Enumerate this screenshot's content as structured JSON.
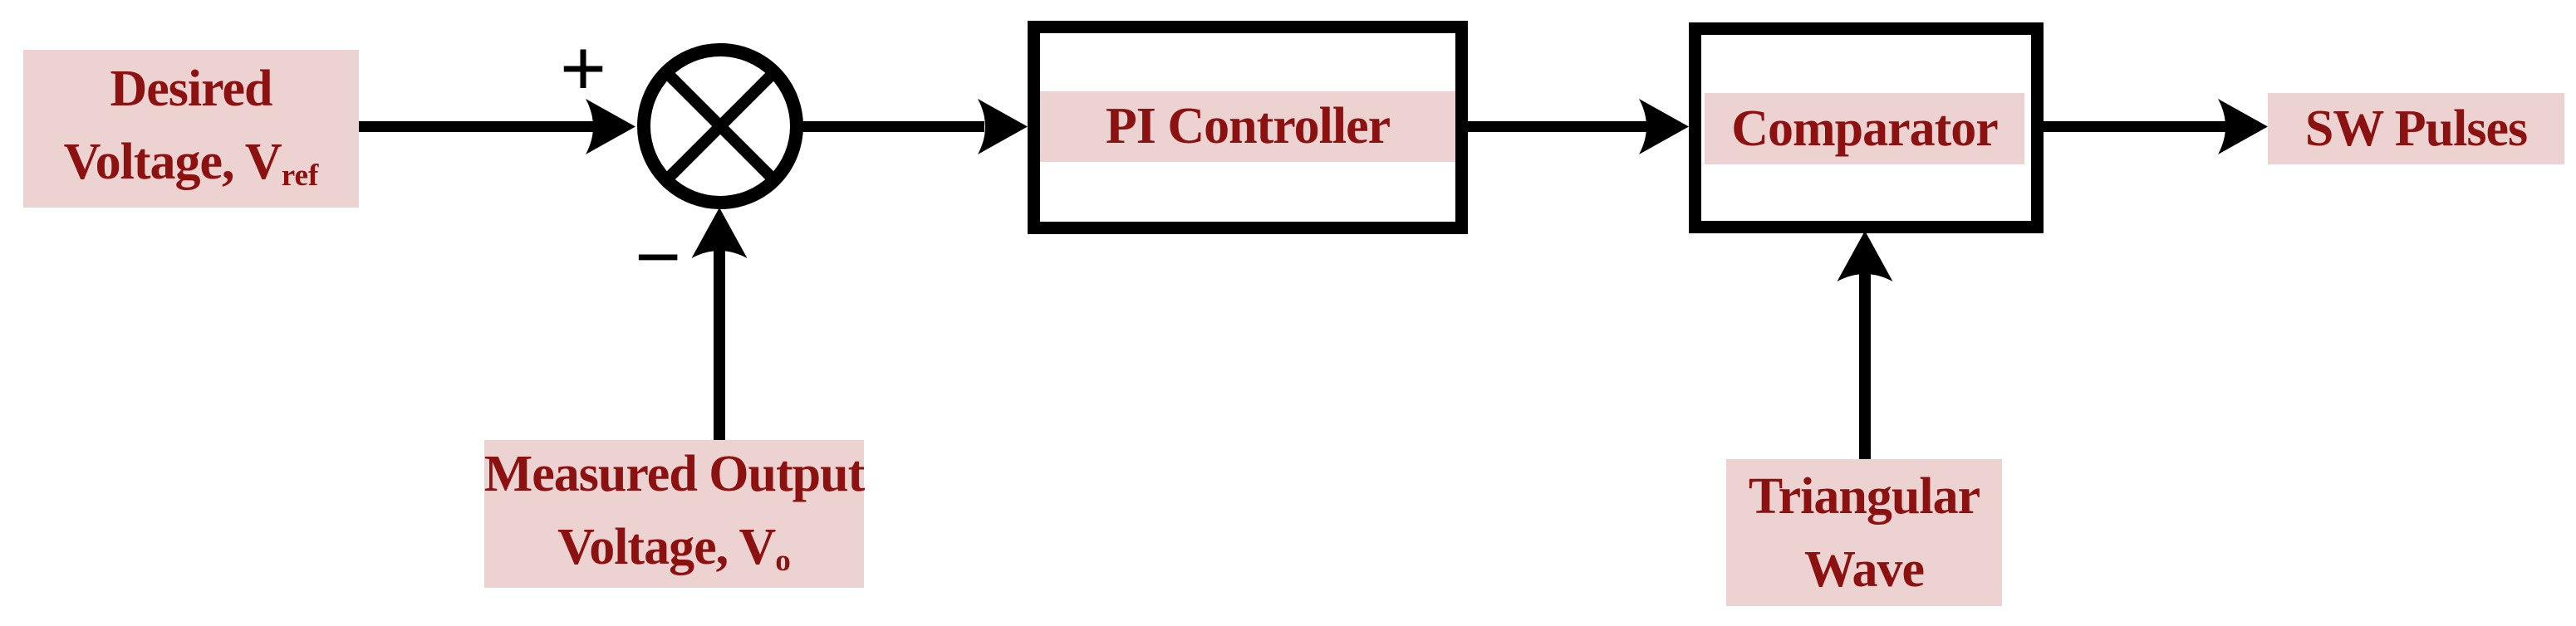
{
  "diagram": {
    "desired_label": {
      "line1": "Desired",
      "line2_main": "Voltage, V",
      "line2_sub": "ref"
    },
    "plus_sign": "+",
    "minus_sign": "−",
    "pi_controller_label": "PI Controller",
    "comparator_label": "Comparator",
    "sw_pulses_label": "SW Pulses",
    "measured_label": {
      "line1": "Measured Output",
      "line2_main": "Voltage, V",
      "line2_sub": "o"
    },
    "triangular_label": {
      "line1": "Triangular",
      "line2": "Wave"
    },
    "colors": {
      "chip_background": "#ECD2D0",
      "chip_text": "#8C1212",
      "line_color": "#000000",
      "box_fill": "#FFFFFF"
    }
  }
}
